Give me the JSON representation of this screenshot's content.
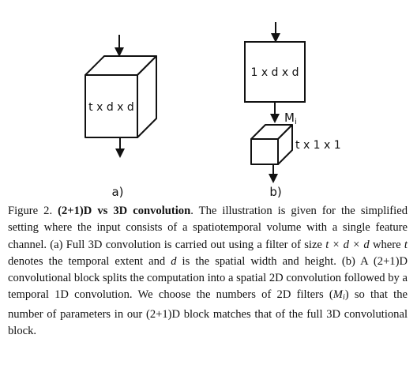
{
  "figure": {
    "panel_a": {
      "cube_label": "t x d x d",
      "panel_label": "a)"
    },
    "panel_b": {
      "square_label": "1 x d x d",
      "m_label_main": "M",
      "m_label_sub": "i",
      "box_label": "t x 1 x 1",
      "panel_label": "b)"
    }
  },
  "caption": {
    "figure_number": "Figure 2.",
    "title": "(2+1)D vs 3D convolution",
    "p1": ". The illustration is given for the simplified setting where the input consists of a spatiotemporal volume with a single feature channel. (a) Full 3D convolution is carried out using a filter of size ",
    "math_filter": "t × d × d",
    "p2": " where ",
    "math_t": "t",
    "p3": " denotes the temporal extent and ",
    "math_d": "d",
    "p4": " is the spatial width and height. (b) A (2+1)D convolutional block splits the computation into a spatial 2D convolution followed by a temporal 1D convolution. We choose the numbers of 2D filters (",
    "math_M": "M",
    "math_M_sub": "i",
    "p5": ") so that the number of parameters in our (2+1)D block matches that of the full 3D convolutional block."
  }
}
